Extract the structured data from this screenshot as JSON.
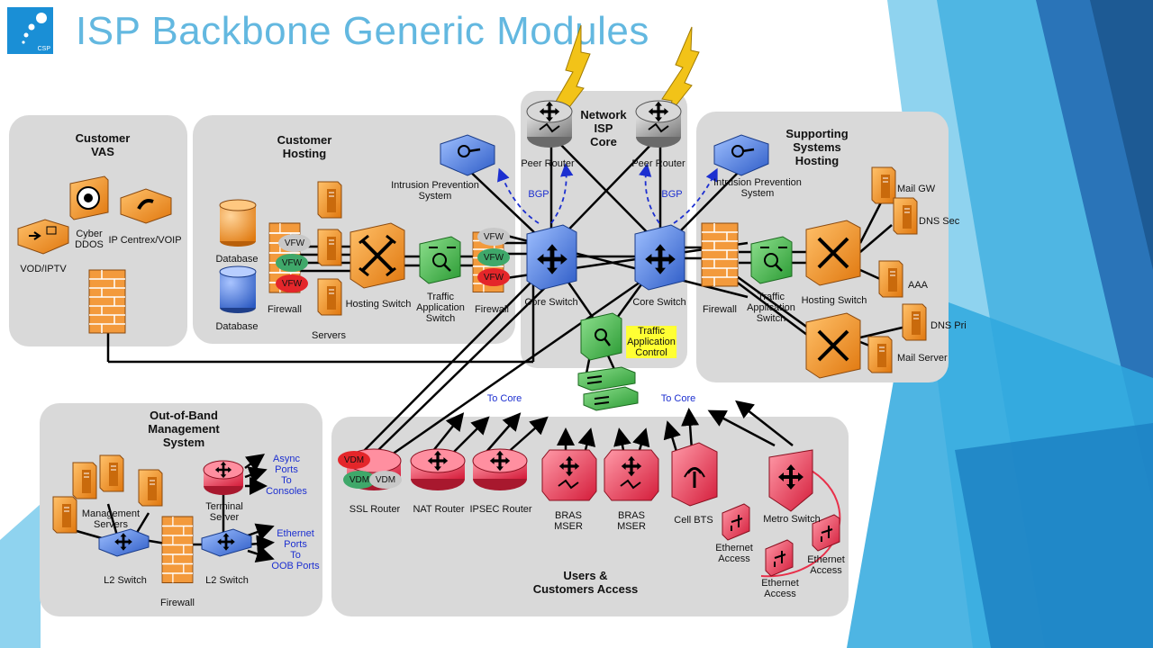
{
  "title": "ISP Backbone Generic Modules",
  "logo": {
    "text": "CSP"
  },
  "zones": {
    "customer_vas": "Customer\nVAS",
    "customer_hosting": "Customer\nHosting",
    "network_core": "Network\nISP\nCore",
    "supporting": "Supporting\nSystems\nHosting",
    "oob": "Out-of-Band\nManagement\nSystem",
    "users": "Users &\nCustomers Access"
  },
  "labels": {
    "vod": "VOD/IPTV",
    "cyber": "Cyber\nDDOS",
    "ipcentrex": "IP Centrex/VOIP",
    "database1": "Database",
    "database2": "Database",
    "firewall_host": "Firewall",
    "servers": "Servers",
    "hosting_switch_left": "Hosting Switch",
    "tas_left": "Traffic\nApplication\nSwitch",
    "firewall_core_left": "Firewall",
    "ips_left": "Intrusion Prevention\nSystem",
    "ips_right": "Intrusion Prevention\nSystem",
    "peer_router_left": "Peer Router",
    "peer_router_right": "Peer Router",
    "bgp_left": "BGP",
    "bgp_right": "BGP",
    "core_switch_left": "Core Switch",
    "core_switch_right": "Core Switch",
    "tac": "Traffic\nApplication\nControl",
    "firewall_right": "Firewall",
    "tas_right": "Traffic\nApplication\nSwitch",
    "hosting_switch_right": "Hosting Switch",
    "mail_gw": "Mail GW",
    "dns_sec": "DNS Sec",
    "aaa": "AAA",
    "dns_pri": "DNS Pri",
    "mail_server": "Mail Server",
    "to_core_left": "To Core",
    "to_core_right": "To Core",
    "mgmt_servers": "Management\nServers",
    "terminal_server": "Terminal\nServer",
    "async": "Async\nPorts\nTo\nConsoles",
    "ethernet_ports": "Ethernet\nPorts\nTo\nOOB Ports",
    "l2_left": "L2 Switch",
    "l2_right": "L2 Switch",
    "firewall_oob": "Firewall",
    "ssl_router": "SSL Router",
    "nat_router": "NAT Router",
    "ipsec_router": "IPSEC Router",
    "bras1": "BRAS\nMSER",
    "bras2": "BRAS\nMSER",
    "cell_bts": "Cell BTS",
    "metro_switch": "Metro Switch",
    "eth_access1": "Ethernet\nAccess",
    "eth_access2": "Ethernet\nAccess",
    "eth_access3": "Ethernet\nAccess",
    "vfw": "VFW",
    "vdm": "VDM"
  },
  "colors": {
    "title": "#63b8e0",
    "zone": "#d9d9d9",
    "firewall": "#f39a3c",
    "server": "#f08a20",
    "core_switch": "#3f6fd6",
    "tas": "#3cb043",
    "router_red": "#e8304a",
    "router_pink": "#f47a90",
    "peer_router": "#8c8c8c",
    "lightning": "#f2c318",
    "link_blue": "#1c2fd0"
  }
}
